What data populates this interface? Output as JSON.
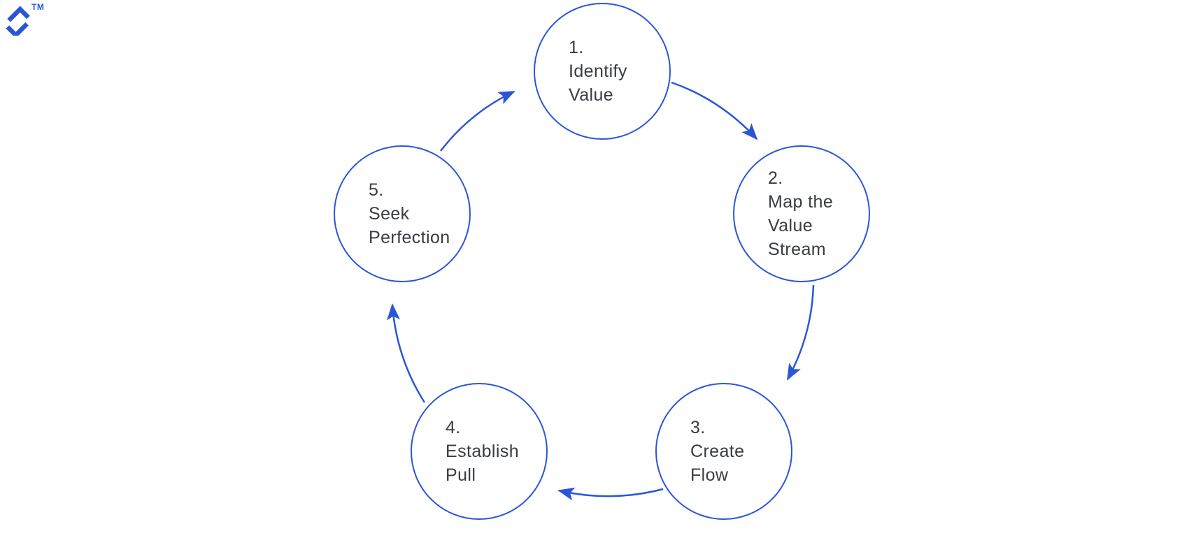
{
  "logo": {
    "mark": "toptal-logo-mark",
    "trademark_label": "TM",
    "color": "#2B55D7"
  },
  "diagram": {
    "kind": "cycle-diagram",
    "direction": "clockwise",
    "accent_color": "#2B55D7",
    "text_color": "#383C42",
    "steps": [
      {
        "number": "1.",
        "lines": [
          "Identify",
          "Value"
        ]
      },
      {
        "number": "2.",
        "lines": [
          "Map the",
          "Value",
          "Stream"
        ]
      },
      {
        "number": "3.",
        "lines": [
          "Create",
          "Flow"
        ]
      },
      {
        "number": "4.",
        "lines": [
          "Establish",
          "Pull"
        ]
      },
      {
        "number": "5.",
        "lines": [
          "Seek",
          "Perfection"
        ]
      }
    ],
    "connections": [
      {
        "from": "1",
        "to": "2"
      },
      {
        "from": "2",
        "to": "3"
      },
      {
        "from": "3",
        "to": "4"
      },
      {
        "from": "4",
        "to": "5"
      },
      {
        "from": "5",
        "to": "1"
      }
    ]
  }
}
